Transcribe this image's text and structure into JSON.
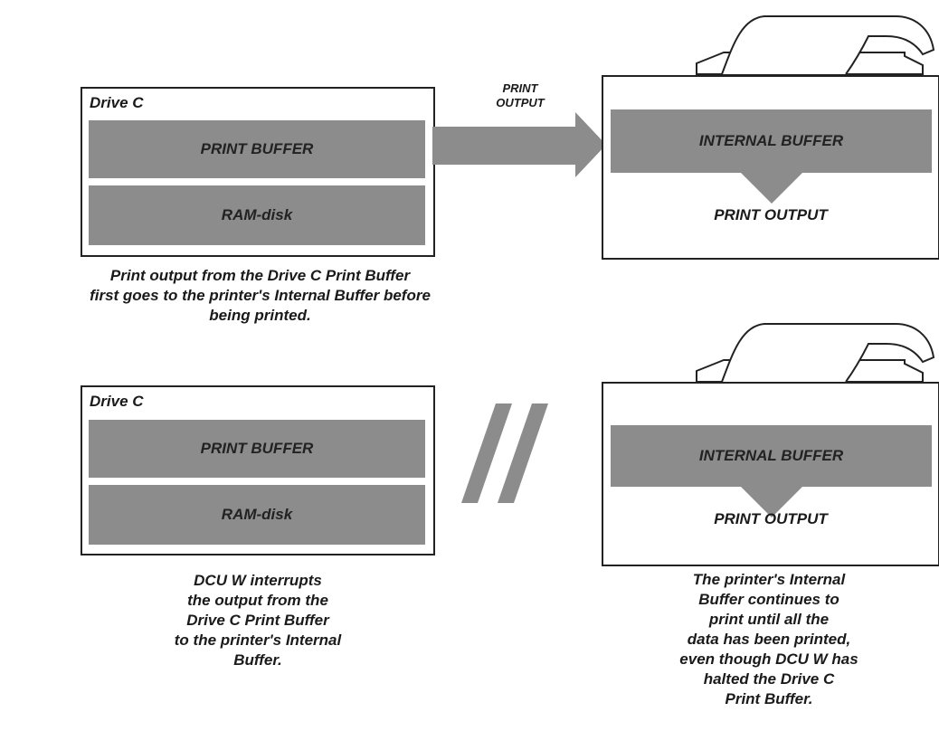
{
  "top_scenario": {
    "drive": {
      "title": "Drive C",
      "print_buffer": "PRINT BUFFER",
      "ram_disk": "RAM-disk"
    },
    "arrow_label_line1": "PRINT",
    "arrow_label_line2": "OUTPUT",
    "printer": {
      "internal_buffer": "INTERNAL BUFFER",
      "print_output": "PRINT OUTPUT"
    },
    "caption_lines": [
      "Print output from the Drive C Print Buffer",
      "first goes to the printer's Internal Buffer before",
      "being printed."
    ]
  },
  "bottom_scenario": {
    "drive": {
      "title": "Drive C",
      "print_buffer": "PRINT BUFFER",
      "ram_disk": "RAM-disk"
    },
    "printer": {
      "internal_buffer": "INTERNAL BUFFER",
      "print_output": "PRINT OUTPUT"
    },
    "left_caption_lines": [
      "DCU W interrupts",
      "the output from the",
      "Drive C Print Buffer",
      "to the printer's Internal",
      "Buffer."
    ],
    "right_caption_lines": [
      "The printer's Internal",
      "Buffer continues to",
      "print until all the",
      "data has been printed,",
      "even though DCU W has",
      "halted the Drive C",
      "Print Buffer."
    ]
  },
  "colors": {
    "bar_gray": "#8c8c8c",
    "outline": "#222222"
  }
}
